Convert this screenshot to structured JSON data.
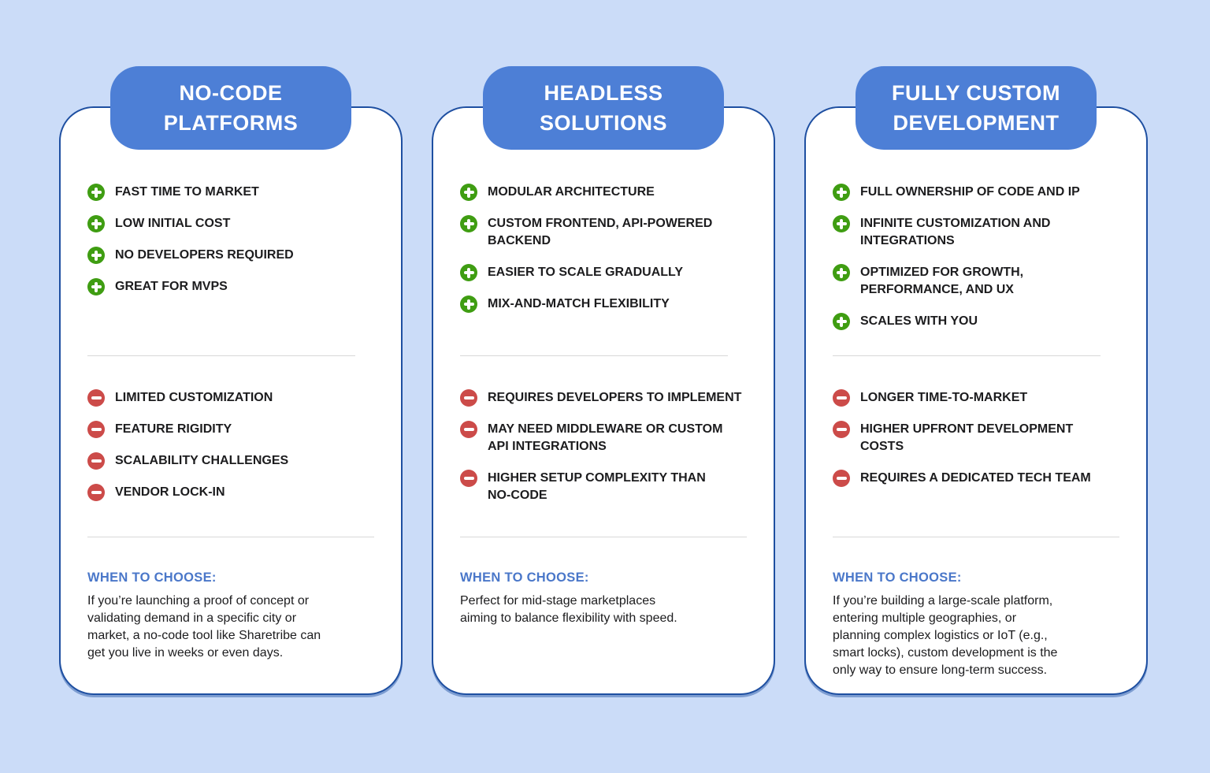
{
  "colors": {
    "background": "#cbdcf8",
    "pill_blue": "#4d7fd6",
    "card_border_blue": "#1e4fa1",
    "pro_green": "#3f9d12",
    "con_red": "#cc4b49",
    "when_to_choose_blue": "#4a77c9",
    "body_text": "#1c1c1e",
    "divider_gray": "#d8d8d8"
  },
  "columns": [
    {
      "title_lines": [
        "NO-CODE",
        "PLATFORMS"
      ],
      "pros": [
        "FAST TIME TO MARKET",
        "LOW INITIAL COST",
        "NO DEVELOPERS REQUIRED",
        "GREAT FOR MVPS"
      ],
      "cons": [
        "LIMITED CUSTOMIZATION",
        "FEATURE RIGIDITY",
        "SCALABILITY CHALLENGES",
        "VENDOR LOCK-IN"
      ],
      "when_to_choose_label": "WHEN TO CHOOSE:",
      "when_to_choose": " If you’re launching a proof of concept or\nvalidating demand in a specific city or\nmarket, a no-code tool like Sharetribe can\nget you live in weeks or even days."
    },
    {
      "title_lines": [
        "HEADLESS",
        "SOLUTIONS"
      ],
      "pros": [
        "MODULAR ARCHITECTURE",
        "CUSTOM FRONTEND, API-POWERED\nBACKEND",
        "EASIER TO SCALE GRADUALLY",
        "MIX-AND-MATCH FLEXIBILITY"
      ],
      "cons": [
        "REQUIRES DEVELOPERS TO IMPLEMENT",
        "MAY NEED MIDDLEWARE OR CUSTOM\nAPI INTEGRATIONS",
        "HIGHER SETUP COMPLEXITY THAN\nNO-CODE"
      ],
      "when_to_choose_label": "WHEN TO CHOOSE:",
      "when_to_choose": "Perfect for mid-stage marketplaces\naiming to balance flexibility with speed."
    },
    {
      "title_lines": [
        "FULLY CUSTOM",
        "DEVELOPMENT"
      ],
      "pros": [
        "FULL OWNERSHIP OF CODE AND IP",
        "INFINITE CUSTOMIZATION AND\nINTEGRATIONS",
        "OPTIMIZED FOR GROWTH,\nPERFORMANCE, AND UX",
        "SCALES WITH YOU"
      ],
      "cons": [
        "LONGER TIME-TO-MARKET",
        "HIGHER UPFRONT DEVELOPMENT\nCOSTS",
        "REQUIRES A DEDICATED TECH TEAM"
      ],
      "when_to_choose_label": "WHEN TO CHOOSE:",
      "when_to_choose": " If you’re building a large-scale platform,\nentering multiple geographies, or\nplanning complex logistics or IoT (e.g.,\nsmart locks), custom development is the\nonly way to ensure long-term success."
    }
  ]
}
